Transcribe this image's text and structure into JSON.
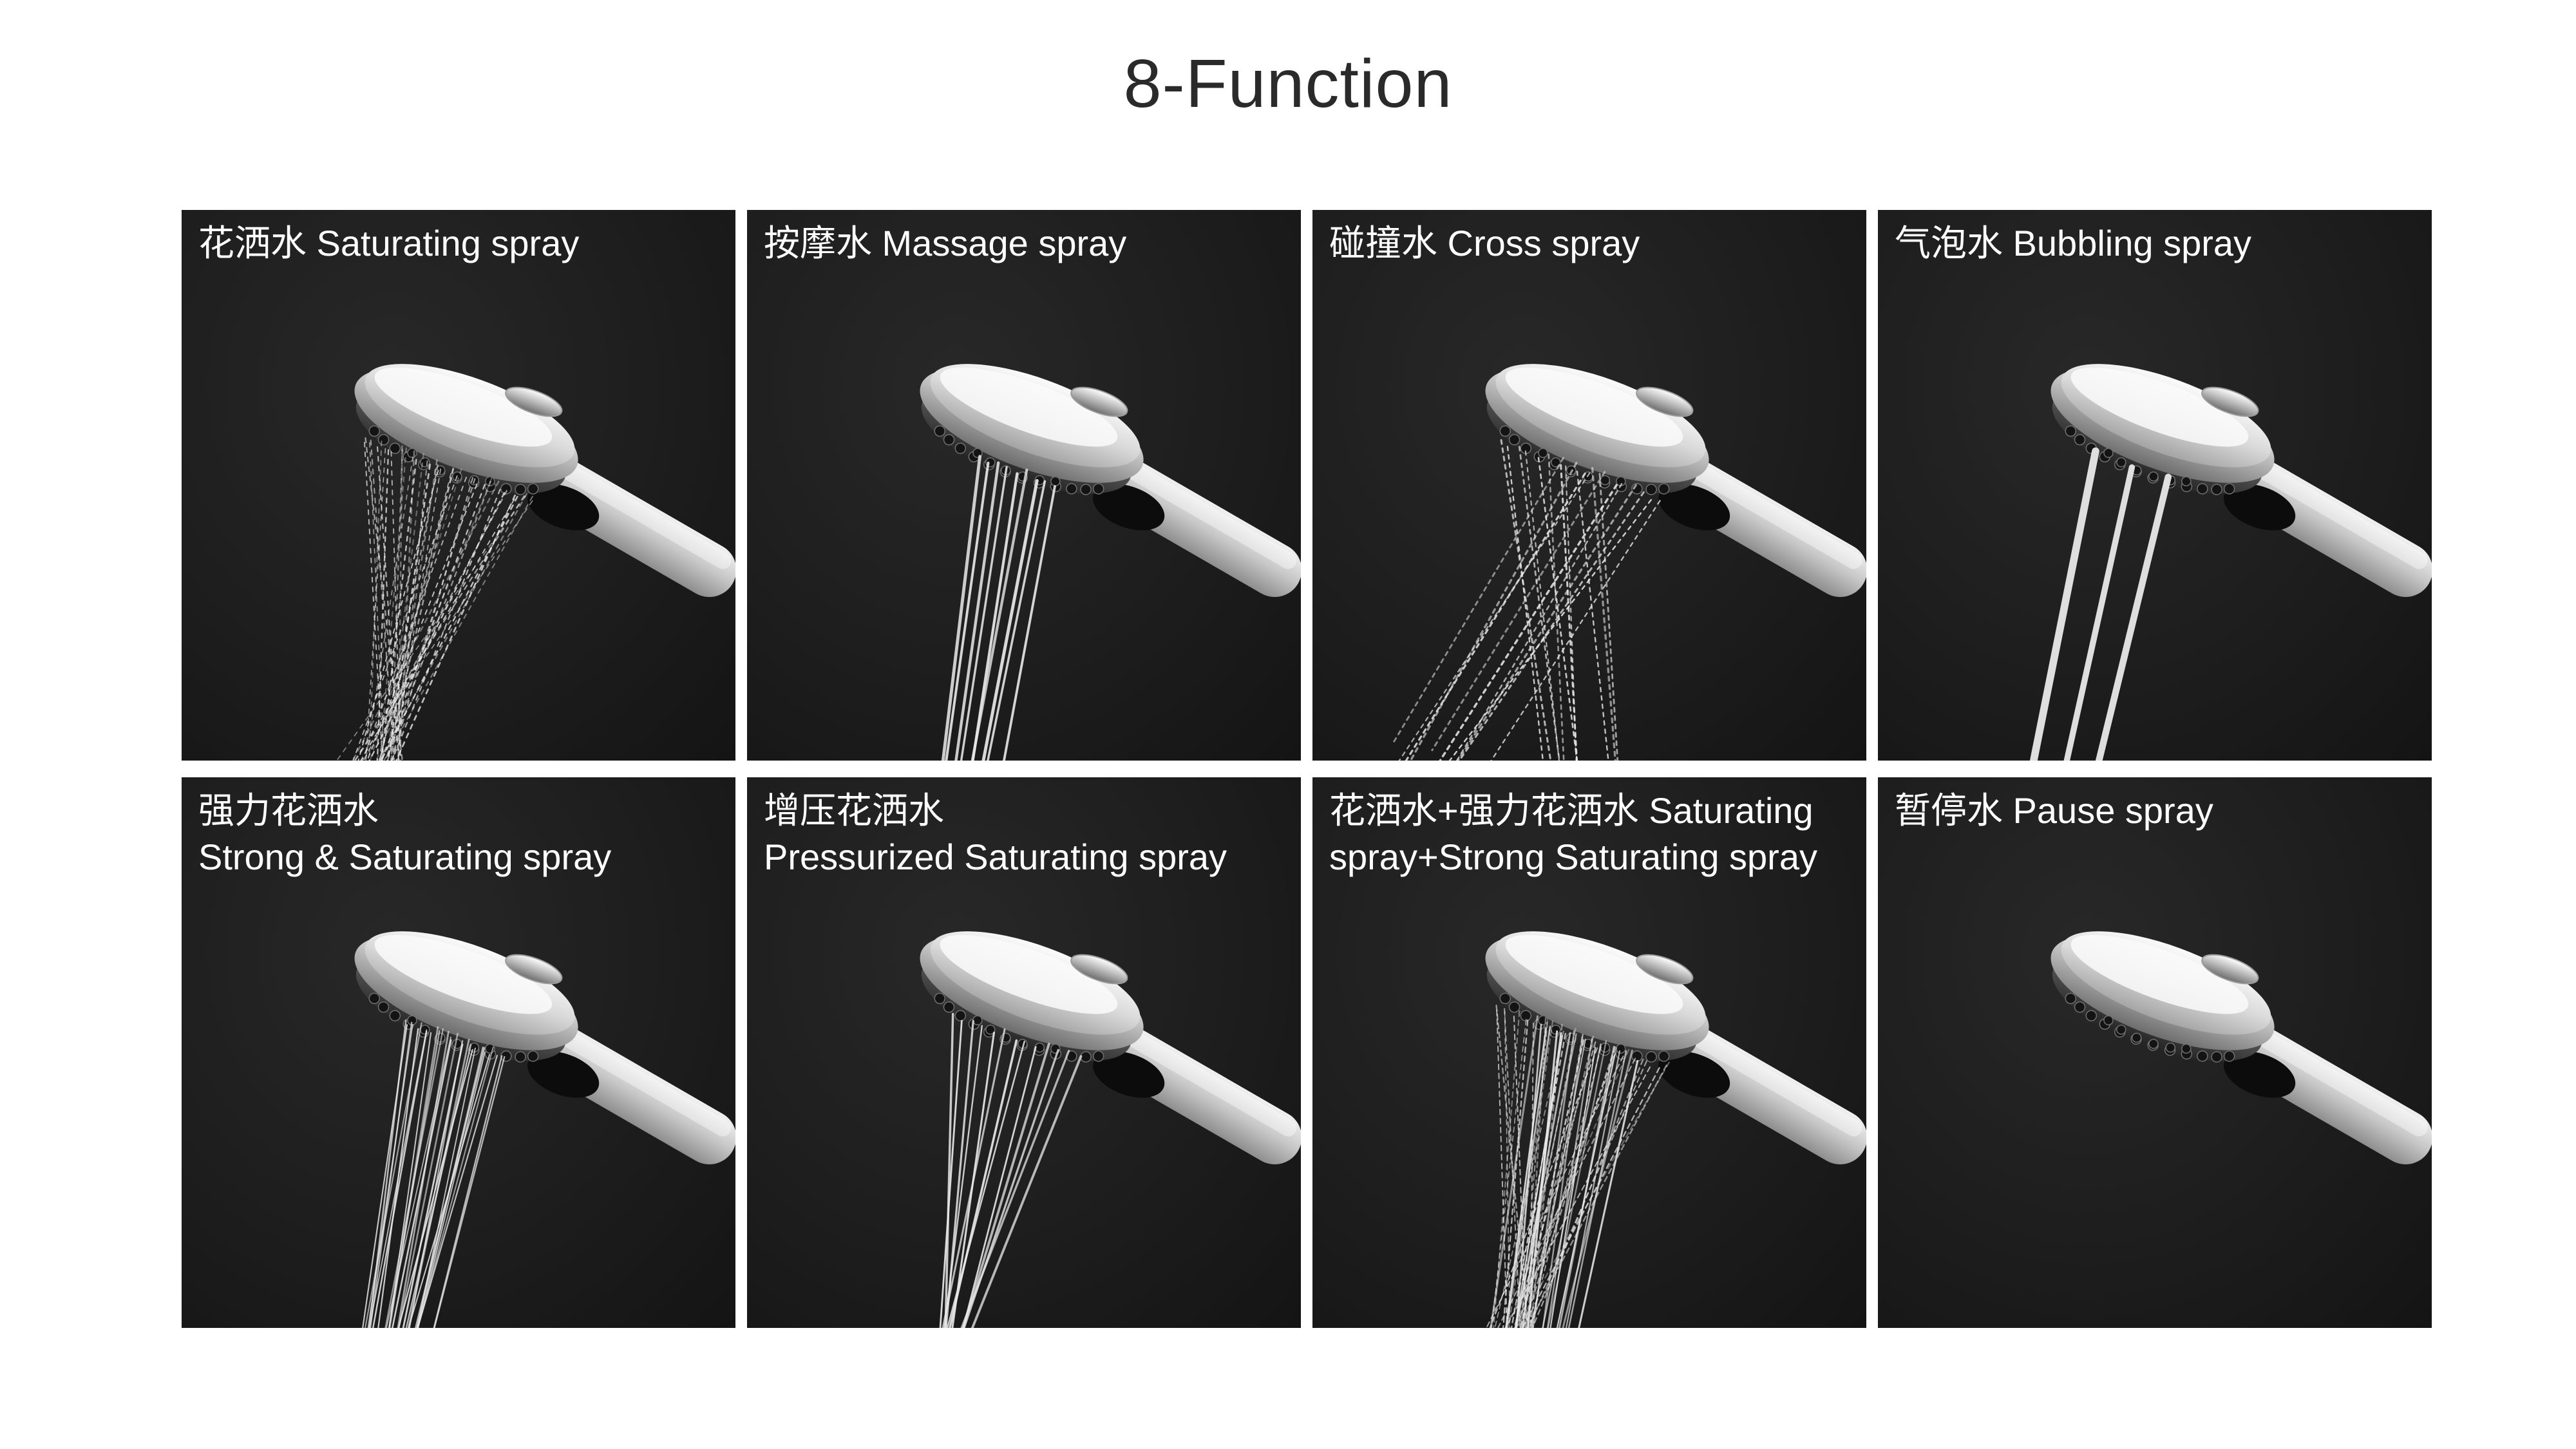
{
  "title": "8-Function",
  "colors": {
    "page_bg": "#ffffff",
    "title_text": "#2a2a2a",
    "tile_bg": "#1c1c1c",
    "label_text": "#ffffff",
    "spray": "#e9e9e9",
    "head_silver": "#c9c9c9"
  },
  "tiles": [
    {
      "id": "saturating",
      "lines": [
        "花洒水 Saturating spray"
      ],
      "spray": "saturating"
    },
    {
      "id": "massage",
      "lines": [
        "按摩水 Massage spray"
      ],
      "spray": "massage"
    },
    {
      "id": "cross",
      "lines": [
        "碰撞水 Cross spray"
      ],
      "spray": "cross"
    },
    {
      "id": "bubbling",
      "lines": [
        "气泡水 Bubbling spray"
      ],
      "spray": "bubbling"
    },
    {
      "id": "strong-saturating",
      "lines": [
        "强力花洒水",
        "Strong & Saturating spray"
      ],
      "spray": "strong"
    },
    {
      "id": "pressurized-saturating",
      "lines": [
        "增压花洒水",
        "Pressurized Saturating spray"
      ],
      "spray": "pressurized"
    },
    {
      "id": "combo-saturating",
      "lines": [
        "花洒水+强力花洒水 Saturating",
        "spray+Strong Saturating spray"
      ],
      "spray": "combo"
    },
    {
      "id": "pause",
      "lines": [
        "暂停水 Pause spray"
      ],
      "spray": "pause"
    }
  ]
}
